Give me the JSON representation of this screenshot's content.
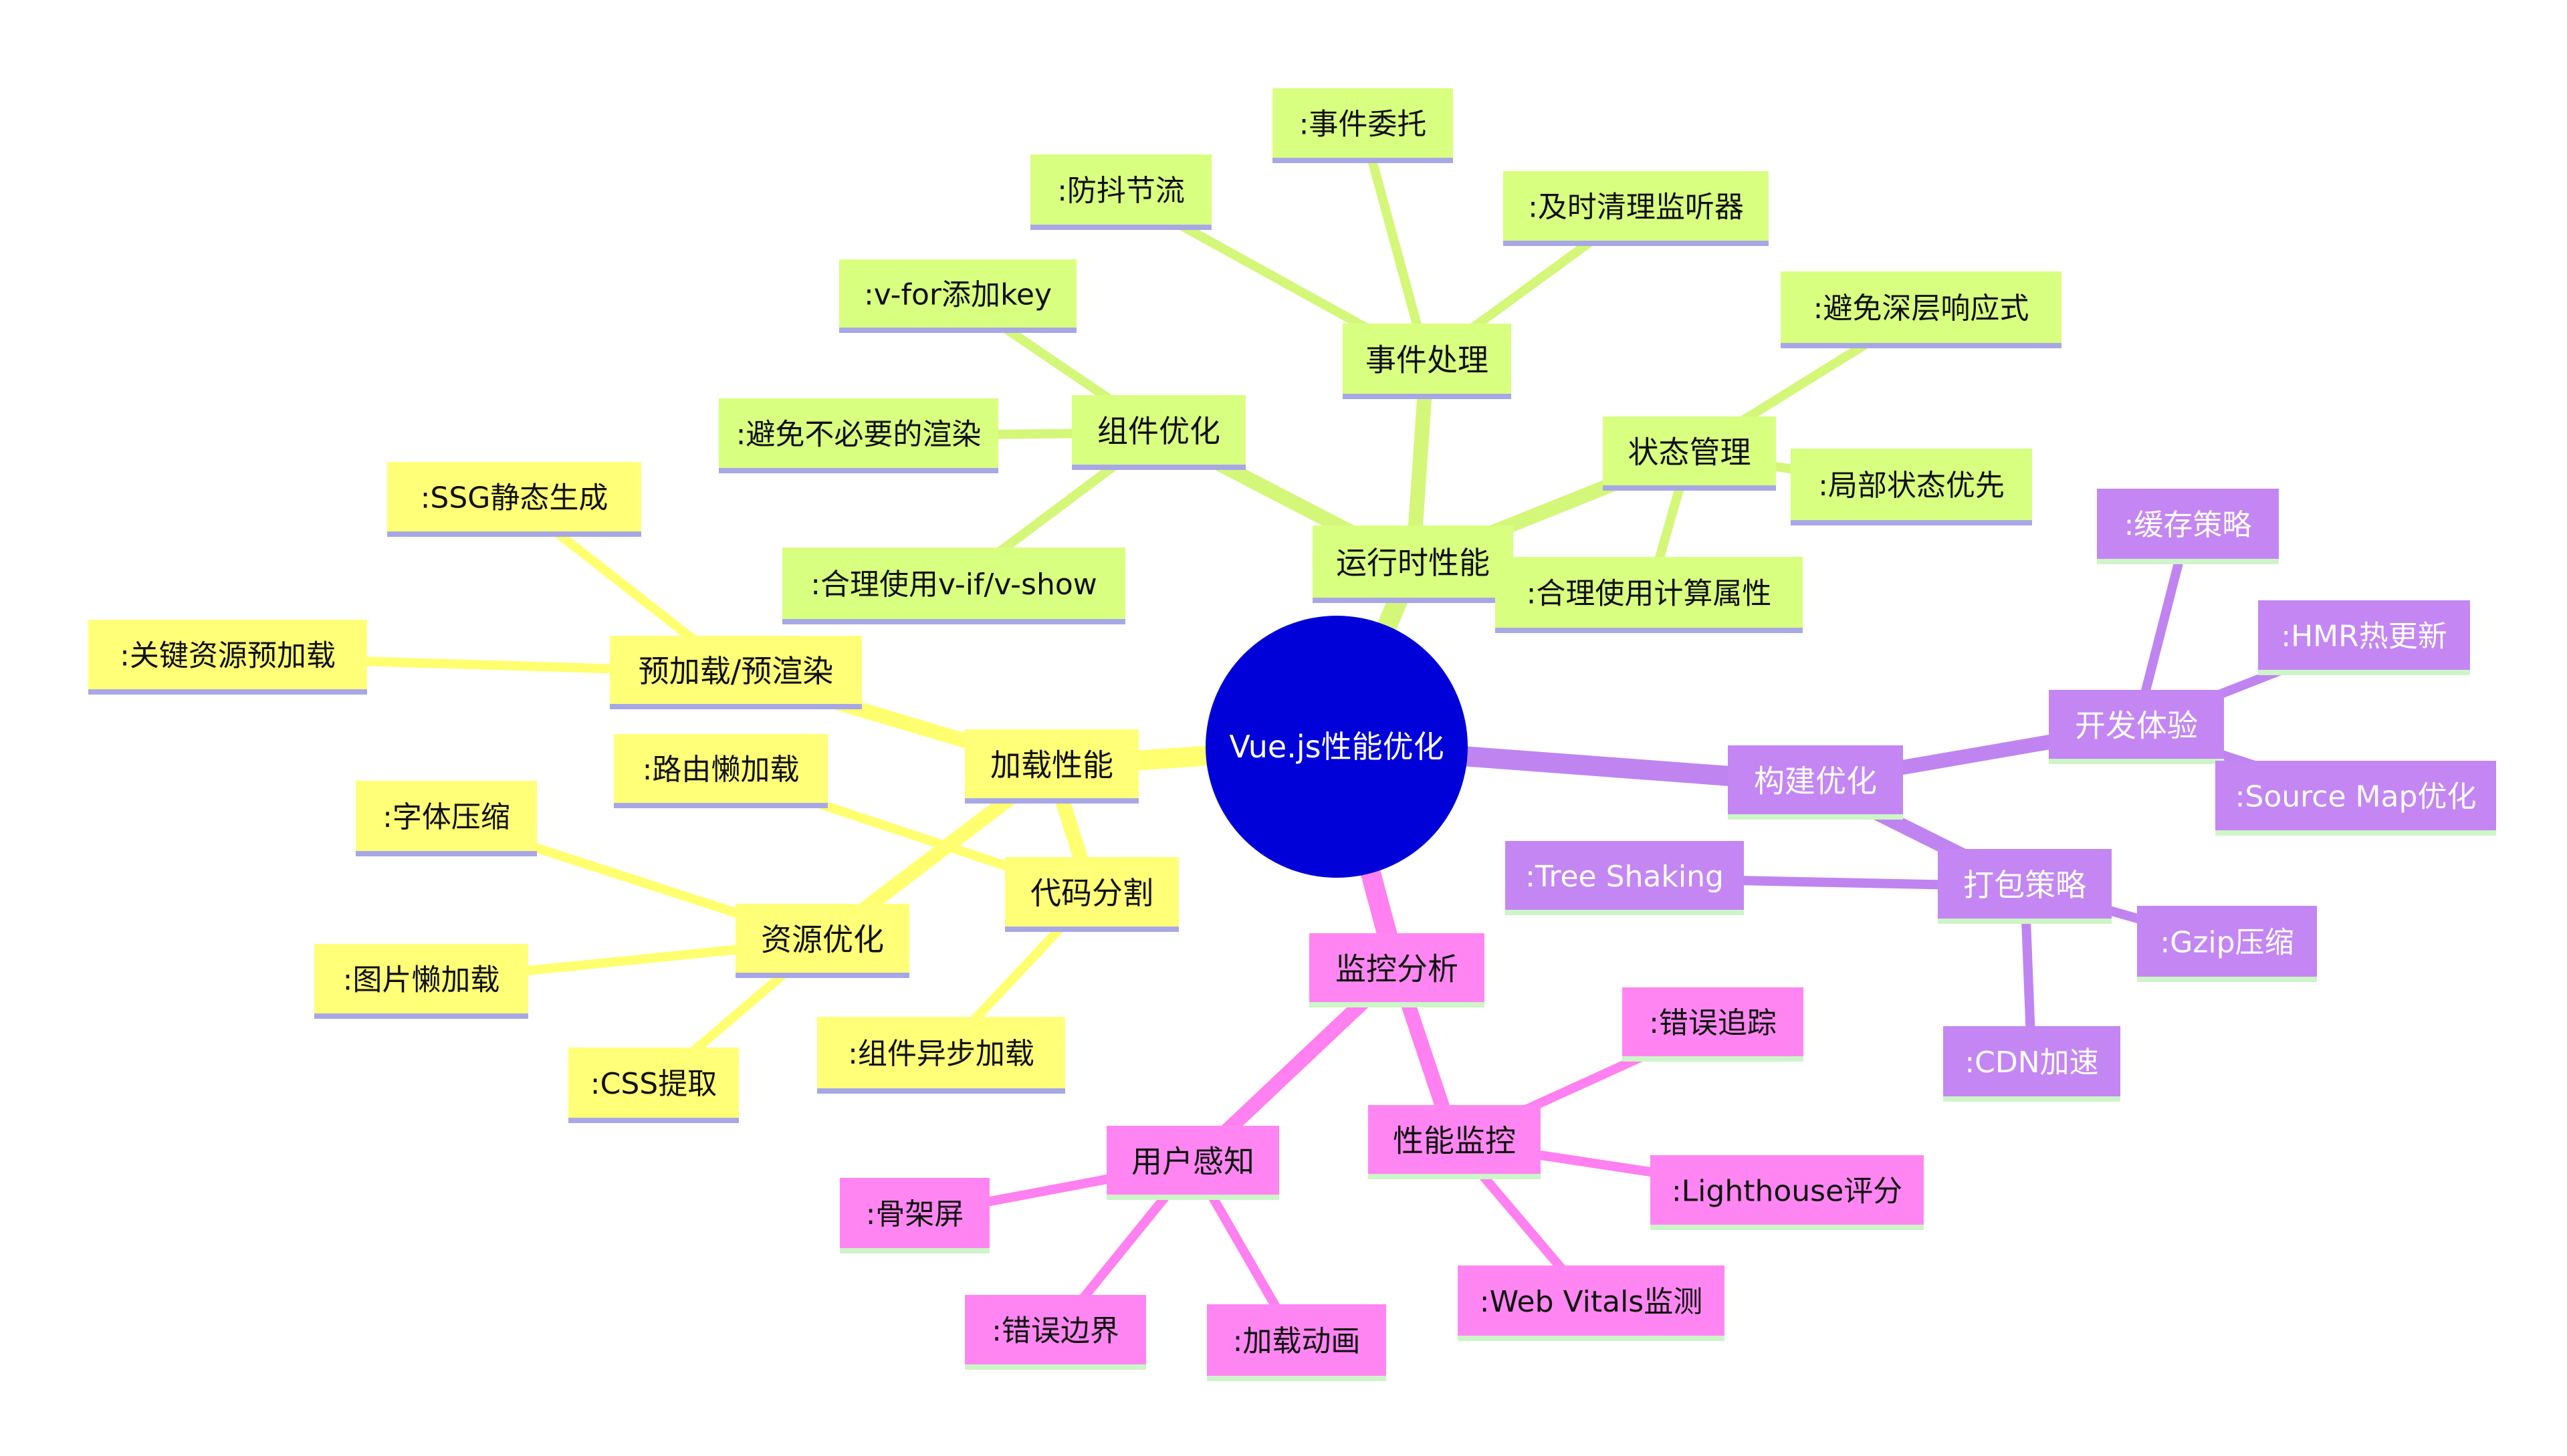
{
  "root": {
    "label": "Vue.js性能优化"
  },
  "colors": {
    "root_fill": "#0000d8",
    "root_text": "#ffffff",
    "load": "#ffff78",
    "load_line": "#ffff70",
    "runtime": "#d9ff80",
    "runtime_line": "#d4f77a",
    "build": "#c486f2",
    "build_line": "#c084f0",
    "monitor": "#ff86f2",
    "monitor_line": "#ff80f0",
    "underline_yellow_green": "#a7a7e6",
    "underline_purple_pink": "#cdf5c8",
    "dark_text": "#111111",
    "light_text": "#ffffff"
  },
  "branches": [
    {
      "label": "运行时性能",
      "children": [
        {
          "label": "组件优化",
          "children": [
            ":v-for添加key",
            ":避免不必要的渲染",
            ":合理使用v-if/v-show"
          ]
        },
        {
          "label": "事件处理",
          "children": [
            ":防抖节流",
            ":事件委托",
            ":及时清理监听器"
          ]
        },
        {
          "label": "状态管理",
          "children": [
            ":避免深层响应式",
            ":局部状态优先",
            ":合理使用计算属性"
          ]
        }
      ]
    },
    {
      "label": "加载性能",
      "children": [
        {
          "label": "预加载/预渲染",
          "children": [
            ":SSG静态生成",
            ":关键资源预加载"
          ]
        },
        {
          "label": "资源优化",
          "children": [
            ":字体压缩",
            ":图片懒加载",
            ":CSS提取"
          ]
        },
        {
          "label": "代码分割",
          "children": [
            ":路由懒加载",
            ":组件异步加载"
          ]
        }
      ]
    },
    {
      "label": "构建优化",
      "children": [
        {
          "label": "开发体验",
          "children": [
            ":缓存策略",
            ":HMR热更新",
            ":Source Map优化"
          ]
        },
        {
          "label": "打包策略",
          "children": [
            ":Tree Shaking",
            ":Gzip压缩",
            ":CDN加速"
          ]
        }
      ]
    },
    {
      "label": "监控分析",
      "children": [
        {
          "label": "用户感知",
          "children": [
            ":骨架屏",
            ":错误边界",
            ":加载动画"
          ]
        },
        {
          "label": "性能监控",
          "children": [
            ":错误追踪",
            ":Lighthouse评分",
            ":Web Vitals监测"
          ]
        }
      ]
    }
  ]
}
